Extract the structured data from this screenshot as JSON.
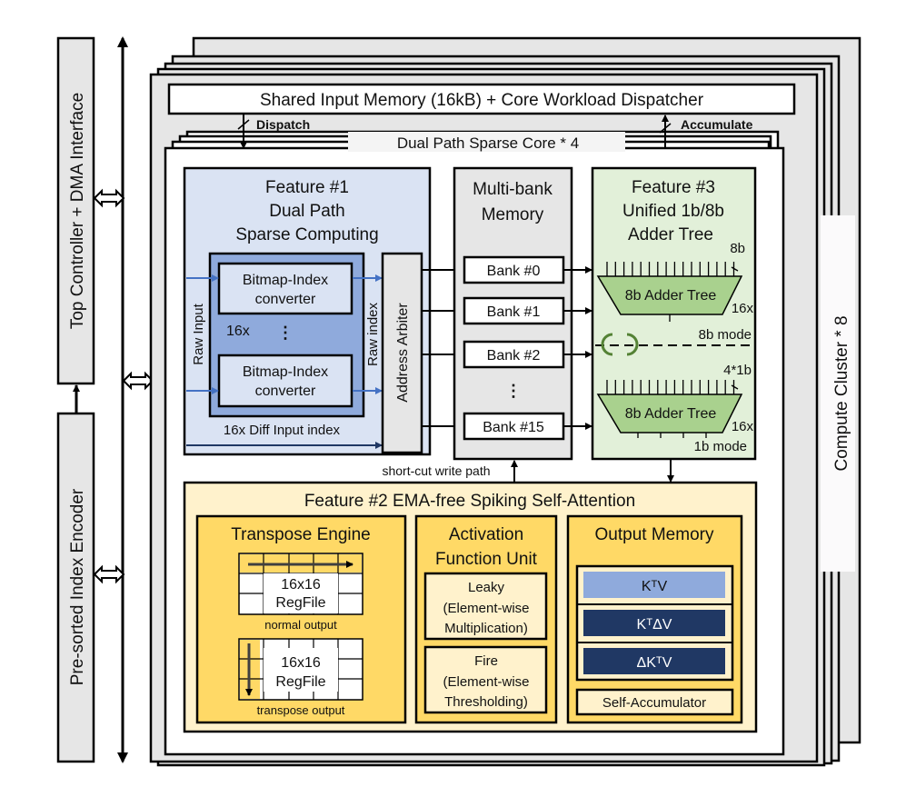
{
  "left": {
    "top_controller": "Top Controller + DMA Interface",
    "encoder": "Pre-sorted Index Encoder"
  },
  "cluster": {
    "label": "Compute Cluster * 8",
    "shared_memory": "Shared Input Memory (16kB) + Core Workload Dispatcher",
    "dispatch": "Dispatch",
    "accumulate": "Accumulate",
    "core_label": "Dual Path Sparse Core * 4"
  },
  "feature1": {
    "title": [
      "Feature #1",
      "Dual Path",
      "Sparse Computing"
    ],
    "converter": [
      "Bitmap-Index",
      "converter"
    ],
    "count": "16x",
    "dots": "⋮",
    "raw_input": "Raw Input",
    "raw_index": "Raw index",
    "diff_index": "16x Diff Input index",
    "arbiter": "Address Arbiter"
  },
  "memory": {
    "title": [
      "Multi-bank",
      "Memory"
    ],
    "banks": [
      "Bank #0",
      "Bank #1",
      "Bank #2",
      "Bank #15"
    ],
    "dots": "⋮",
    "shortcut": "short-cut write path"
  },
  "feature3": {
    "title": [
      "Feature #3",
      "Unified 1b/8b",
      "Adder Tree"
    ],
    "adder": "8b Adder Tree",
    "in_8b": "8b",
    "in_1b": "4*1b",
    "count": "16x",
    "mode_8b": "8b mode",
    "mode_1b": "1b mode"
  },
  "feature2": {
    "title": "Feature #2 EMA-free Spiking Self-Attention",
    "transpose": {
      "title": "Transpose Engine",
      "regfile": [
        "16x16",
        "RegFile"
      ],
      "normal": "normal output",
      "transpose": "transpose output"
    },
    "activation": {
      "title": [
        "Activation",
        "Function Unit"
      ],
      "leaky": [
        "Leaky",
        "(Element-wise",
        "Multiplication)"
      ],
      "fire": [
        "Fire",
        "(Element-wise",
        "Thresholding)"
      ]
    },
    "output": {
      "title": "Output Memory",
      "items": [
        "KᵀV",
        "KᵀΔV",
        "ΔKᵀV"
      ],
      "accumulator": "Self-Accumulator"
    }
  },
  "colors": {
    "gray": "#e6e6e6",
    "feature1_bg": "#dae3f3",
    "feature1_inner": "#8faadc",
    "feature3_bg": "#e2f0d9",
    "adder_green": "#a9d18e",
    "feature2_bg": "#fff2cc",
    "feature2_sub": "#ffd966",
    "ktv": "#8faadc",
    "dark_navy": "#203864",
    "blue_arrow": "#4472c4"
  }
}
